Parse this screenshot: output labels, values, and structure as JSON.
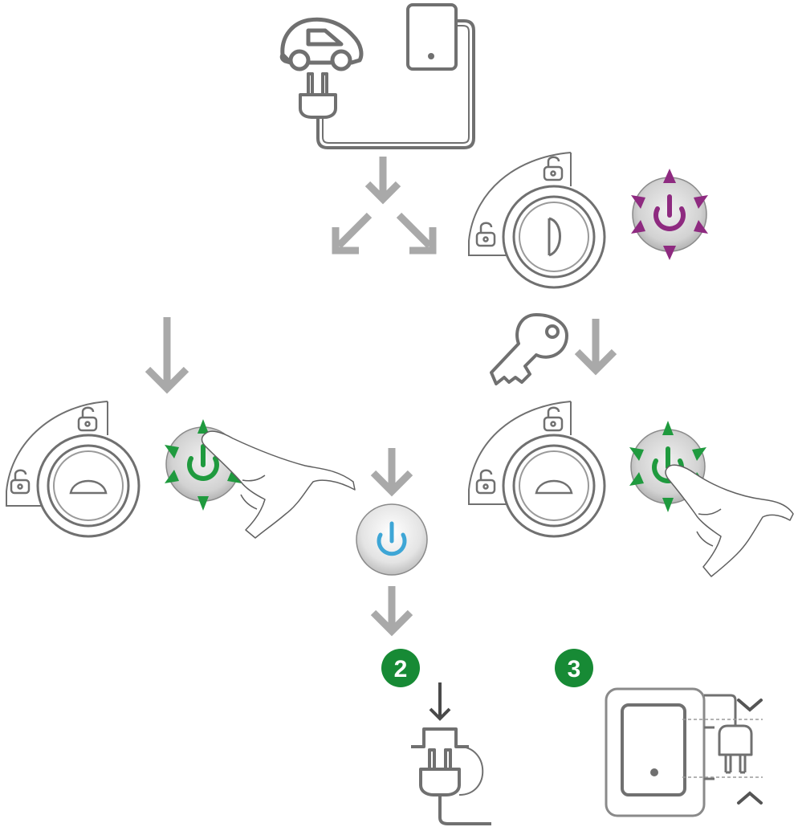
{
  "diagram": {
    "colors": {
      "outline": "#707070",
      "arrow": "#a9a9a9",
      "purple_indicator": "#8e2a80",
      "green_indicator": "#1f9a3e",
      "blue_indicator": "#3ea6d6",
      "badge_green": "#178a35",
      "button_fill": "#cfcfcf"
    },
    "steps": {
      "step2_badge": "2",
      "step3_badge": "3"
    },
    "icons": [
      "car-icon",
      "wallbox-icon",
      "plug-icon",
      "lock-icon",
      "key-icon",
      "power-button-icon",
      "hand-icon",
      "socket-icon",
      "arrow-icon"
    ],
    "power_button_states": {
      "top_right": "purple-blinking",
      "middle_left": "green-blinking",
      "middle_right": "green-blinking",
      "center": "blue-steady"
    }
  }
}
